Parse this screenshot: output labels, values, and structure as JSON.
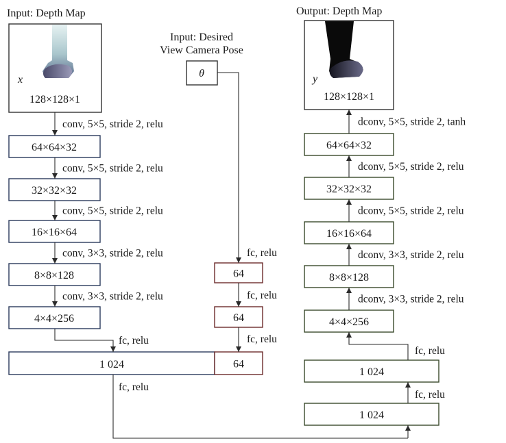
{
  "colors": {
    "encoder_border": "#2b3a5c",
    "fc_branch_border": "#6b2a2a",
    "decoder_border": "#3a4a2c",
    "frame_border": "#333333",
    "arrow": "#2a2a2a",
    "text": "#1a1a1a"
  },
  "input_depth": {
    "title": "Input: Depth Map",
    "var": "x",
    "dims": "128×128×1"
  },
  "input_pose": {
    "title_line1": "Input: Desired",
    "title_line2": "View Camera Pose",
    "var": "θ"
  },
  "output_depth": {
    "title": "Output: Depth Map",
    "var": "y",
    "dims": "128×128×1"
  },
  "encoder": {
    "boxes": [
      "64×64×32",
      "32×32×32",
      "16×16×64",
      "8×8×128",
      "4×4×256"
    ],
    "edges": [
      "conv, 5×5, stride 2, relu",
      "conv, 5×5, stride 2, relu",
      "conv, 5×5, stride 2, relu",
      "conv, 3×3, stride 2, relu",
      "conv, 3×3, stride 2, relu"
    ],
    "fc_label": "fc, relu",
    "concat_left": "1 024",
    "out_label": "fc, relu"
  },
  "pose_branch": {
    "boxes": [
      "64",
      "64",
      "64"
    ],
    "edges": [
      "fc, relu",
      "fc, relu",
      "fc, relu"
    ]
  },
  "decoder": {
    "fc_boxes": [
      "1 024",
      "1 024"
    ],
    "fc_edges": [
      "fc, relu",
      "fc, relu"
    ],
    "boxes": [
      "4×4×256",
      "8×8×128",
      "16×16×64",
      "32×32×32",
      "64×64×32"
    ],
    "edges": [
      "dconv, 3×3, stride 2, relu",
      "dconv, 3×3, stride 2, relu",
      "dconv, 5×5, stride 2, relu",
      "dconv, 5×5, stride 2, relu",
      "dconv, 5×5, stride 2, tanh"
    ]
  }
}
